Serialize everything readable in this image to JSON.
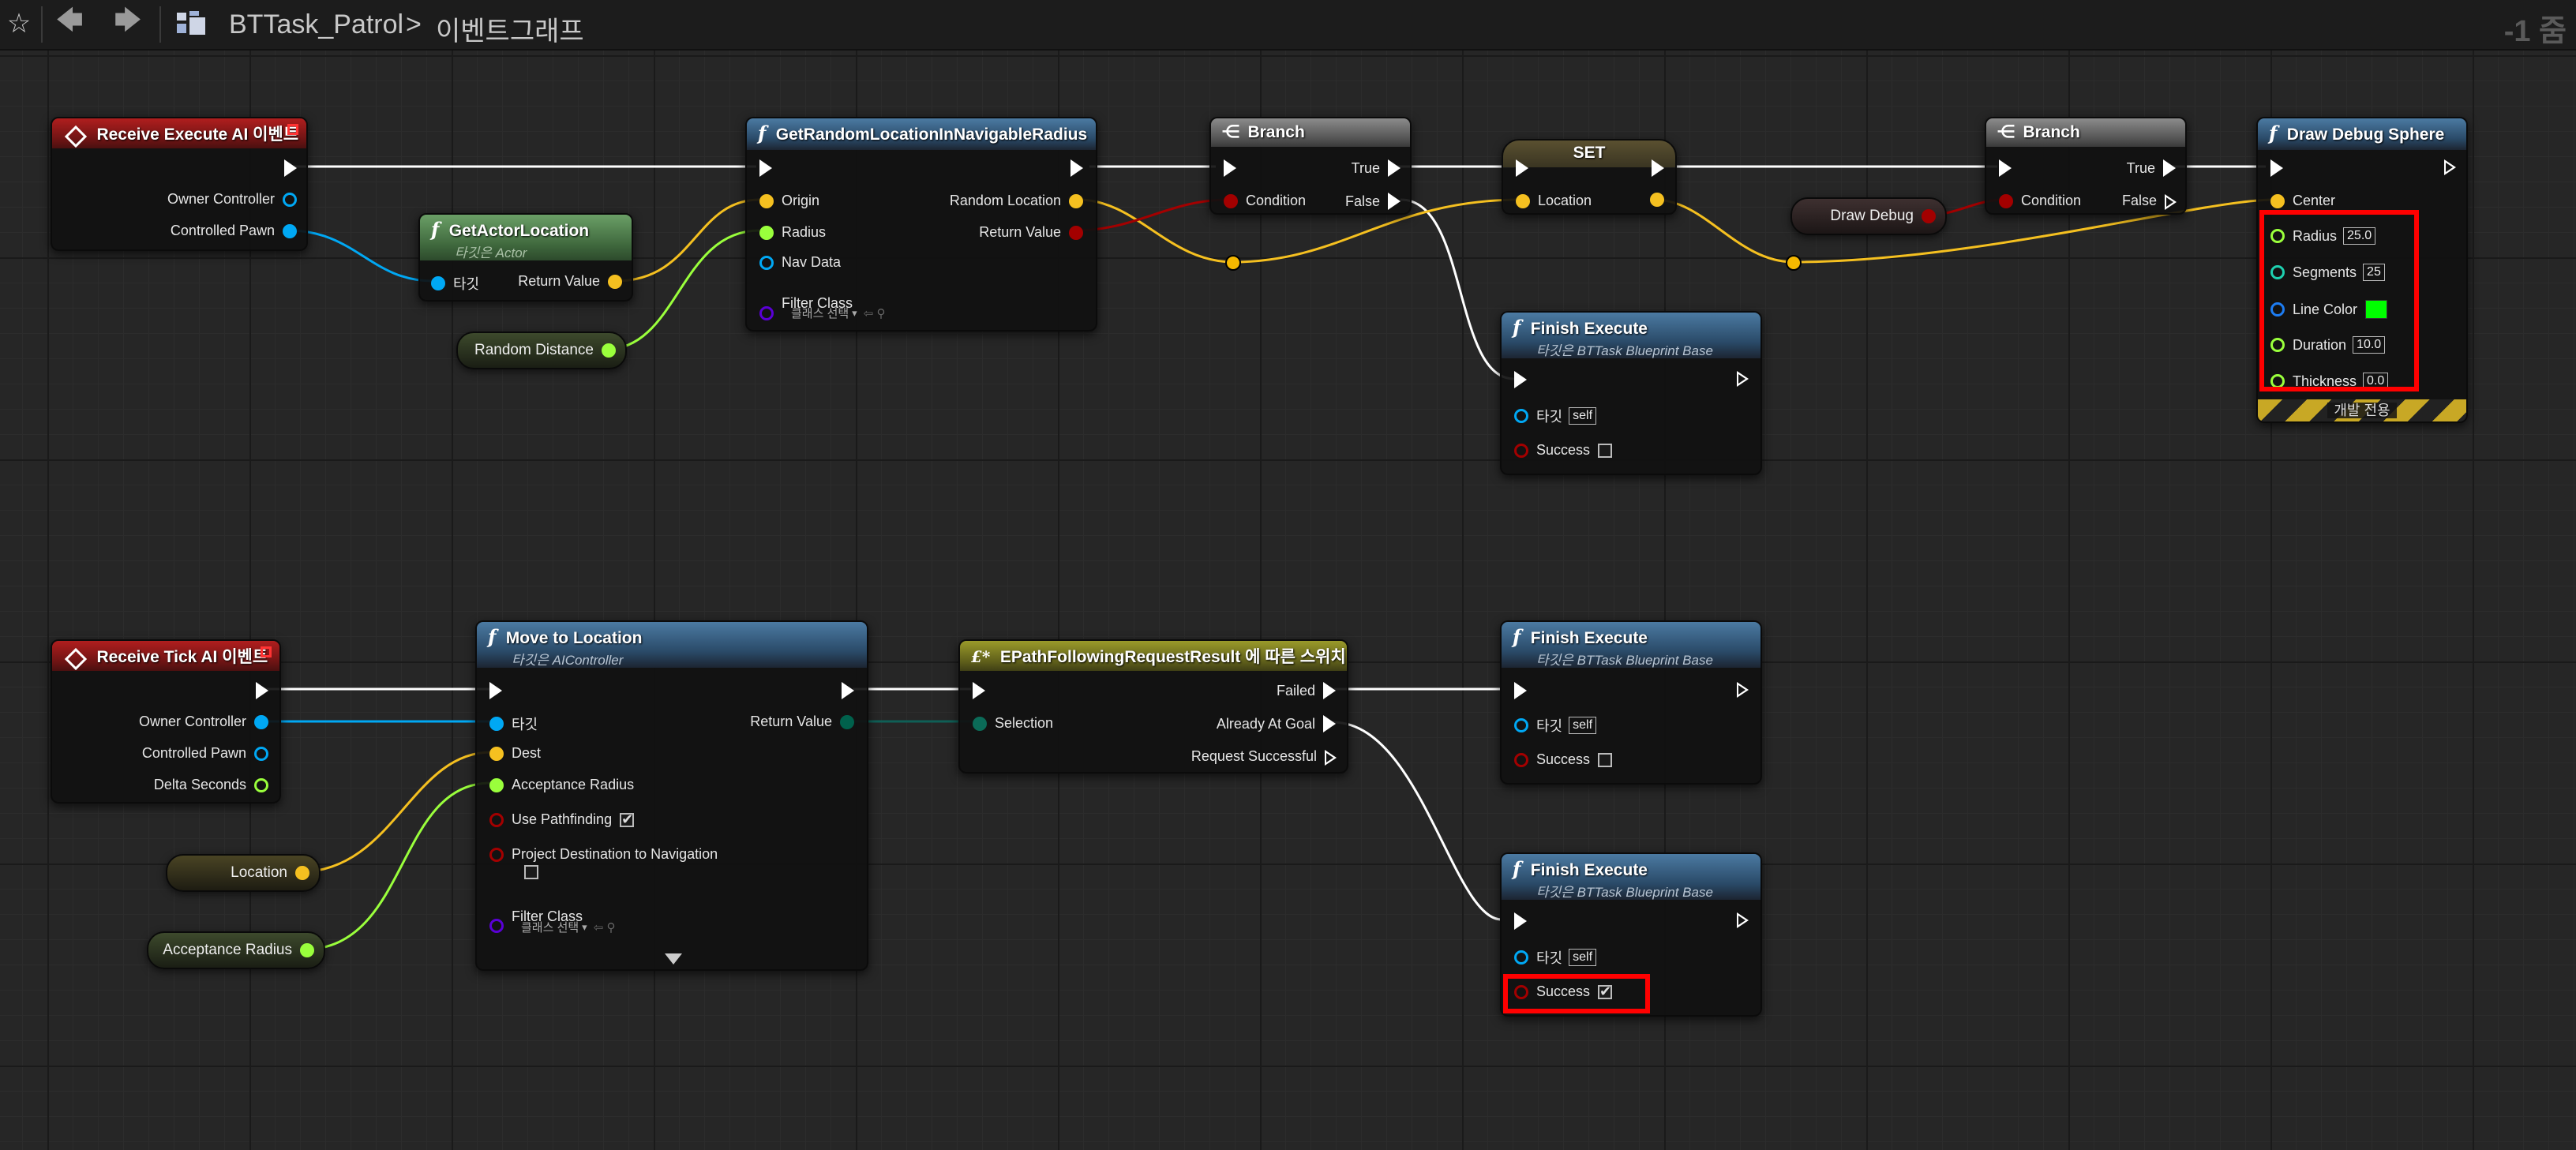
{
  "toolbar": {
    "star_icon": "star-icon",
    "back_icon": "arrow-left-icon",
    "forward_icon": "arrow-right-icon",
    "graph_icon": "blueprint-graph-icon",
    "asset_name": "BTTask_Patrol",
    "separator": ">",
    "graph_name": "이벤트그래프",
    "zoom": "-1 줌"
  },
  "colors": {
    "exec": "#ffffff",
    "object": "#00a8f4",
    "vector": "#f5c020",
    "float": "#9aff3c",
    "bool": "#a30000",
    "class": "#5a00d6",
    "struct": "#1e8c8c",
    "linear_color": "#1d7cf2",
    "enum": "#00614c",
    "highlight": "#ff0000"
  },
  "nodes": {
    "receive_execute": {
      "title": "Receive Execute AI 이벤트",
      "pins": {
        "owner_controller": "Owner Controller",
        "controlled_pawn": "Controlled Pawn"
      }
    },
    "get_actor_location": {
      "title": "GetActorLocation",
      "subtitle": "타깃은 Actor",
      "pins": {
        "target": "타깃",
        "return_value": "Return Value"
      }
    },
    "random_distance": {
      "label": "Random Distance"
    },
    "get_random_location": {
      "title": "GetRandomLocationInNavigableRadius",
      "pins": {
        "origin": "Origin",
        "radius": "Radius",
        "nav_data": "Nav Data",
        "filter_class": "Filter Class",
        "filter_class_value": "클래스 선택",
        "random_location": "Random Location",
        "return_value": "Return Value"
      }
    },
    "branch1": {
      "title": "Branch",
      "pins": {
        "condition": "Condition",
        "true": "True",
        "false": "False"
      }
    },
    "set_node": {
      "title": "SET",
      "pins": {
        "location": "Location"
      }
    },
    "draw_debug_var": {
      "label": "Draw Debug"
    },
    "branch2": {
      "title": "Branch",
      "pins": {
        "condition": "Condition",
        "true": "True",
        "false": "False"
      }
    },
    "draw_debug_sphere": {
      "title": "Draw Debug Sphere",
      "dev_only": "개발 전용",
      "pins": {
        "center": "Center",
        "radius": "Radius",
        "radius_value": "25.0",
        "segments": "Segments",
        "segments_value": "25",
        "line_color": "Line Color",
        "line_color_value": "#00ff00",
        "duration": "Duration",
        "duration_value": "10.0",
        "thickness": "Thickness",
        "thickness_value": "0.0"
      }
    },
    "finish_execute_1": {
      "title": "Finish Execute",
      "subtitle": "타깃은 BTTask Blueprint Base",
      "pins": {
        "target": "타깃",
        "target_value": "self",
        "success": "Success",
        "success_checked": false
      }
    },
    "receive_tick": {
      "title": "Receive Tick AI 이벤트",
      "pins": {
        "owner_controller": "Owner Controller",
        "controlled_pawn": "Controlled Pawn",
        "delta_seconds": "Delta Seconds"
      }
    },
    "location_var": {
      "label": "Location"
    },
    "acceptance_radius_var": {
      "label": "Acceptance Radius"
    },
    "move_to_location": {
      "title": "Move to Location",
      "subtitle": "타깃은 AIController",
      "pins": {
        "target": "타깃",
        "dest": "Dest",
        "acceptance_radius": "Acceptance Radius",
        "use_pathfinding": "Use Pathfinding",
        "use_pathfinding_checked": true,
        "project_destination": "Project Destination to Navigation",
        "project_destination_checked": false,
        "filter_class": "Filter Class",
        "filter_class_value": "클래스 선택",
        "return_value": "Return Value"
      }
    },
    "switch_node": {
      "title": "EPathFollowingRequestResult 에 따른 스위치",
      "pins": {
        "selection": "Selection",
        "failed": "Failed",
        "already_at_goal": "Already At Goal",
        "request_successful": "Request Successful"
      }
    },
    "finish_execute_2": {
      "title": "Finish Execute",
      "subtitle": "타깃은 BTTask Blueprint Base",
      "pins": {
        "target": "타깃",
        "target_value": "self",
        "success": "Success",
        "success_checked": false
      }
    },
    "finish_execute_3": {
      "title": "Finish Execute",
      "subtitle": "타깃은 BTTask Blueprint Base",
      "pins": {
        "target": "타깃",
        "target_value": "self",
        "success": "Success",
        "success_checked": true
      }
    }
  }
}
